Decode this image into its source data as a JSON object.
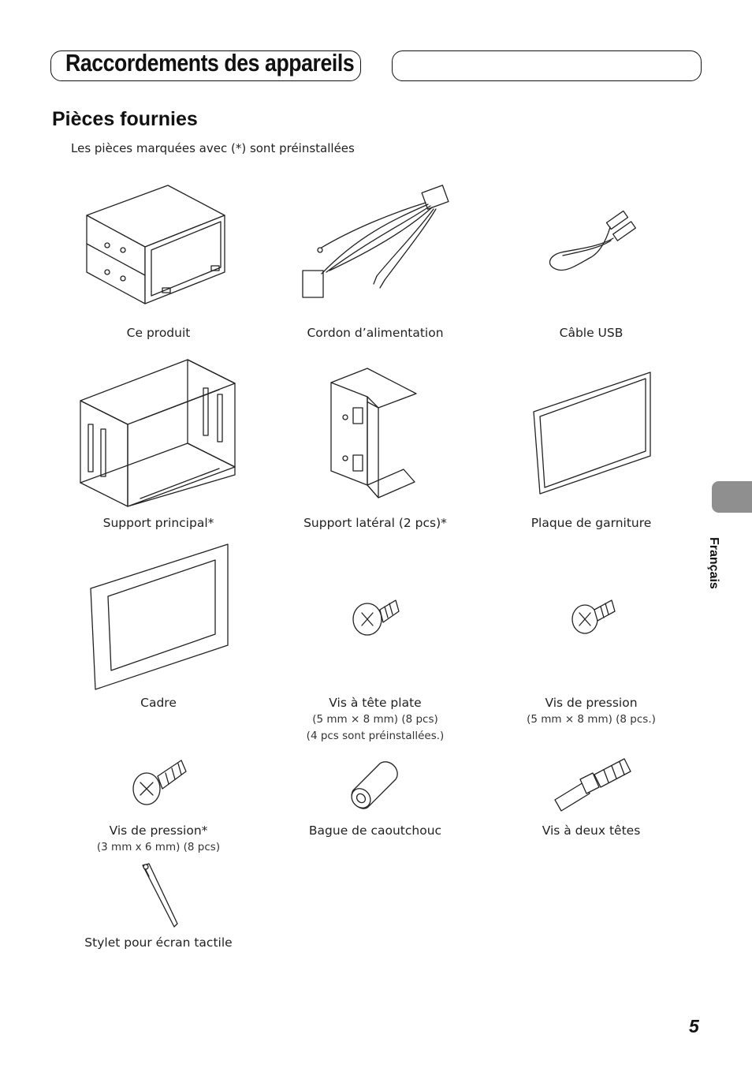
{
  "header": {
    "title": "Raccordements des appareils",
    "right_box_text": ""
  },
  "section": {
    "title": "Pièces fournies",
    "note": "Les pièces marquées avec (*) sont préinstallées"
  },
  "items": [
    {
      "label": "Ce produit",
      "icon": "head-unit-icon"
    },
    {
      "label": "Cordon d’alimentation",
      "icon": "power-cord-icon"
    },
    {
      "label": "Câble USB",
      "icon": "usb-cable-icon"
    },
    {
      "label": "Support principal*",
      "icon": "main-bracket-icon"
    },
    {
      "label": "Support latéral (2 pcs)*",
      "icon": "side-bracket-icon"
    },
    {
      "label": "Plaque de garniture",
      "icon": "trim-plate-icon"
    },
    {
      "label": "Cadre",
      "icon": "frame-icon"
    },
    {
      "label": "Vis à tête plate",
      "sub1": "(5 mm × 8 mm) (8 pcs)",
      "sub2": "(4 pcs sont préinstallées.)",
      "icon": "flat-head-screw-icon"
    },
    {
      "label": "Vis de pression",
      "sub1": "(5 mm × 8 mm) (8 pcs.)",
      "icon": "pressure-screw-icon"
    },
    {
      "label": "Vis de pression*",
      "sub1": "(3 mm x 6 mm) (8 pcs)",
      "icon": "small-pressure-screw-icon"
    },
    {
      "label": "Bague de caoutchouc",
      "icon": "rubber-bush-icon"
    },
    {
      "label": "Vis à deux têtes",
      "icon": "double-head-screw-icon"
    },
    {
      "label": "Stylet pour écran tactile",
      "icon": "stylus-icon"
    }
  ],
  "side_tab": {
    "language": "Français",
    "color": "#8f8f8f"
  },
  "page_number": "5"
}
